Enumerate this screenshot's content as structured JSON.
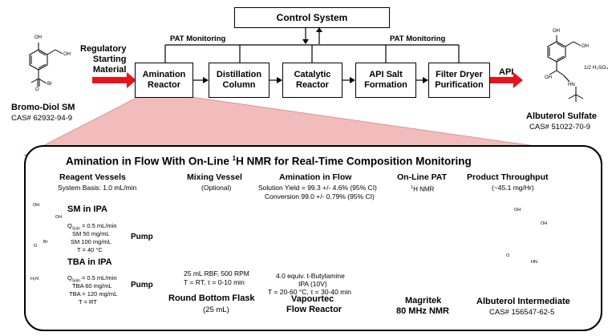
{
  "top": {
    "control_system": "Control System",
    "pat_monitoring_left": "PAT Monitoring",
    "pat_monitoring_right": "PAT Monitoring",
    "regulatory_line1": "Regulatory",
    "regulatory_line2": "Starting",
    "regulatory_line3": "Material",
    "steps": [
      {
        "line1": "Amination",
        "line2": "Reactor"
      },
      {
        "line1": "Distillation",
        "line2": "Column"
      },
      {
        "line1": "Catalytic",
        "line2": "Reactor"
      },
      {
        "line1": "API Salt",
        "line2": "Formation"
      },
      {
        "line1": "Filter Dryer",
        "line2": "Purification"
      }
    ],
    "api_label": "API",
    "sm_name": "Bromo-Diol SM",
    "sm_cas": "CAS# 62932-94-9",
    "product_name": "Albuterol Sulfate",
    "product_cas": "CAS# 51022-70-9",
    "sulfate_label": "1/2 H₂SO₄"
  },
  "panel": {
    "title_part1": "Amination in Flow With On-Line ",
    "title_sup": "1",
    "title_part2": "H NMR for Real-Time Composition Monitoring",
    "reagent_vessels": "Reagent Vessels",
    "system_basis": "System Basis: 1.0 mL/min",
    "mixing_vessel": "Mixing Vessel",
    "optional": "(Optional)",
    "amination_in_flow": "Amination in Flow",
    "solution_yield": "Solution Yield = 99.3 +/- 4.6% (95% CI)",
    "conversion": "Conversion  99.0 +/- 0.79% (95% CI)",
    "online_pat": "On-Line PAT",
    "nmr_sup": "1",
    "nmr_small": "H NMR",
    "product_throughput": "Product Throughput",
    "throughput_value": "(~45.1 mg/Hr)",
    "sm_in_ipa": "SM in IPA",
    "sm_q_pre": "Q",
    "sm_q_sub": "Soln",
    "sm_q_post": " = 0.5 mL/min",
    "sm_conc1": "SM 50 mg/mL",
    "sm_conc2": "SM 100 mg/mL",
    "sm_temp": "T = 40 °C",
    "tba_in_ipa": "TBA in IPA",
    "tba_q_pre": "Q",
    "tba_q_sub": "Soln",
    "tba_q_post": " = 0.5 mL/min",
    "tba_conc1": "TBA 60 mg/mL",
    "tba_conc2": "TBA = 120 mg/mL",
    "tba_temp": "T = RT",
    "pump1": "Pump",
    "pump2": "Pump",
    "flask_spec1": "25 mL RBF, 500 RPM",
    "flask_spec2": "T = RT, τ = 0-10 min",
    "rbf_name": "Round Bottom Flask",
    "rbf_volume": "(25 mL)",
    "reactor_cond1": "4.0 equiv. t-Butylamine",
    "reactor_cond2": "IPA (10V)",
    "reactor_cond3": "T = 20-60 °C, τ = 30-40 min",
    "vapourtec1": "Vapourtec",
    "vapourtec2": "Flow Reactor",
    "magritek1": "Magritek",
    "magritek2": "80 MHz NMR",
    "intermediate_name": "Albuterol Intermediate",
    "intermediate_cas": "CAS# 156547-62-5",
    "vapourtec_logo": "Vapourtec",
    "magritek_logo": "magritek"
  },
  "molecules": {
    "oh": "OH",
    "o": "O",
    "br": "Br",
    "nh2": "H₂N",
    "hn": "HN"
  },
  "colors": {
    "arrow_red": "#e8141b",
    "fan_pink": "#f2bcbc",
    "magritek_red": "#d62418"
  }
}
